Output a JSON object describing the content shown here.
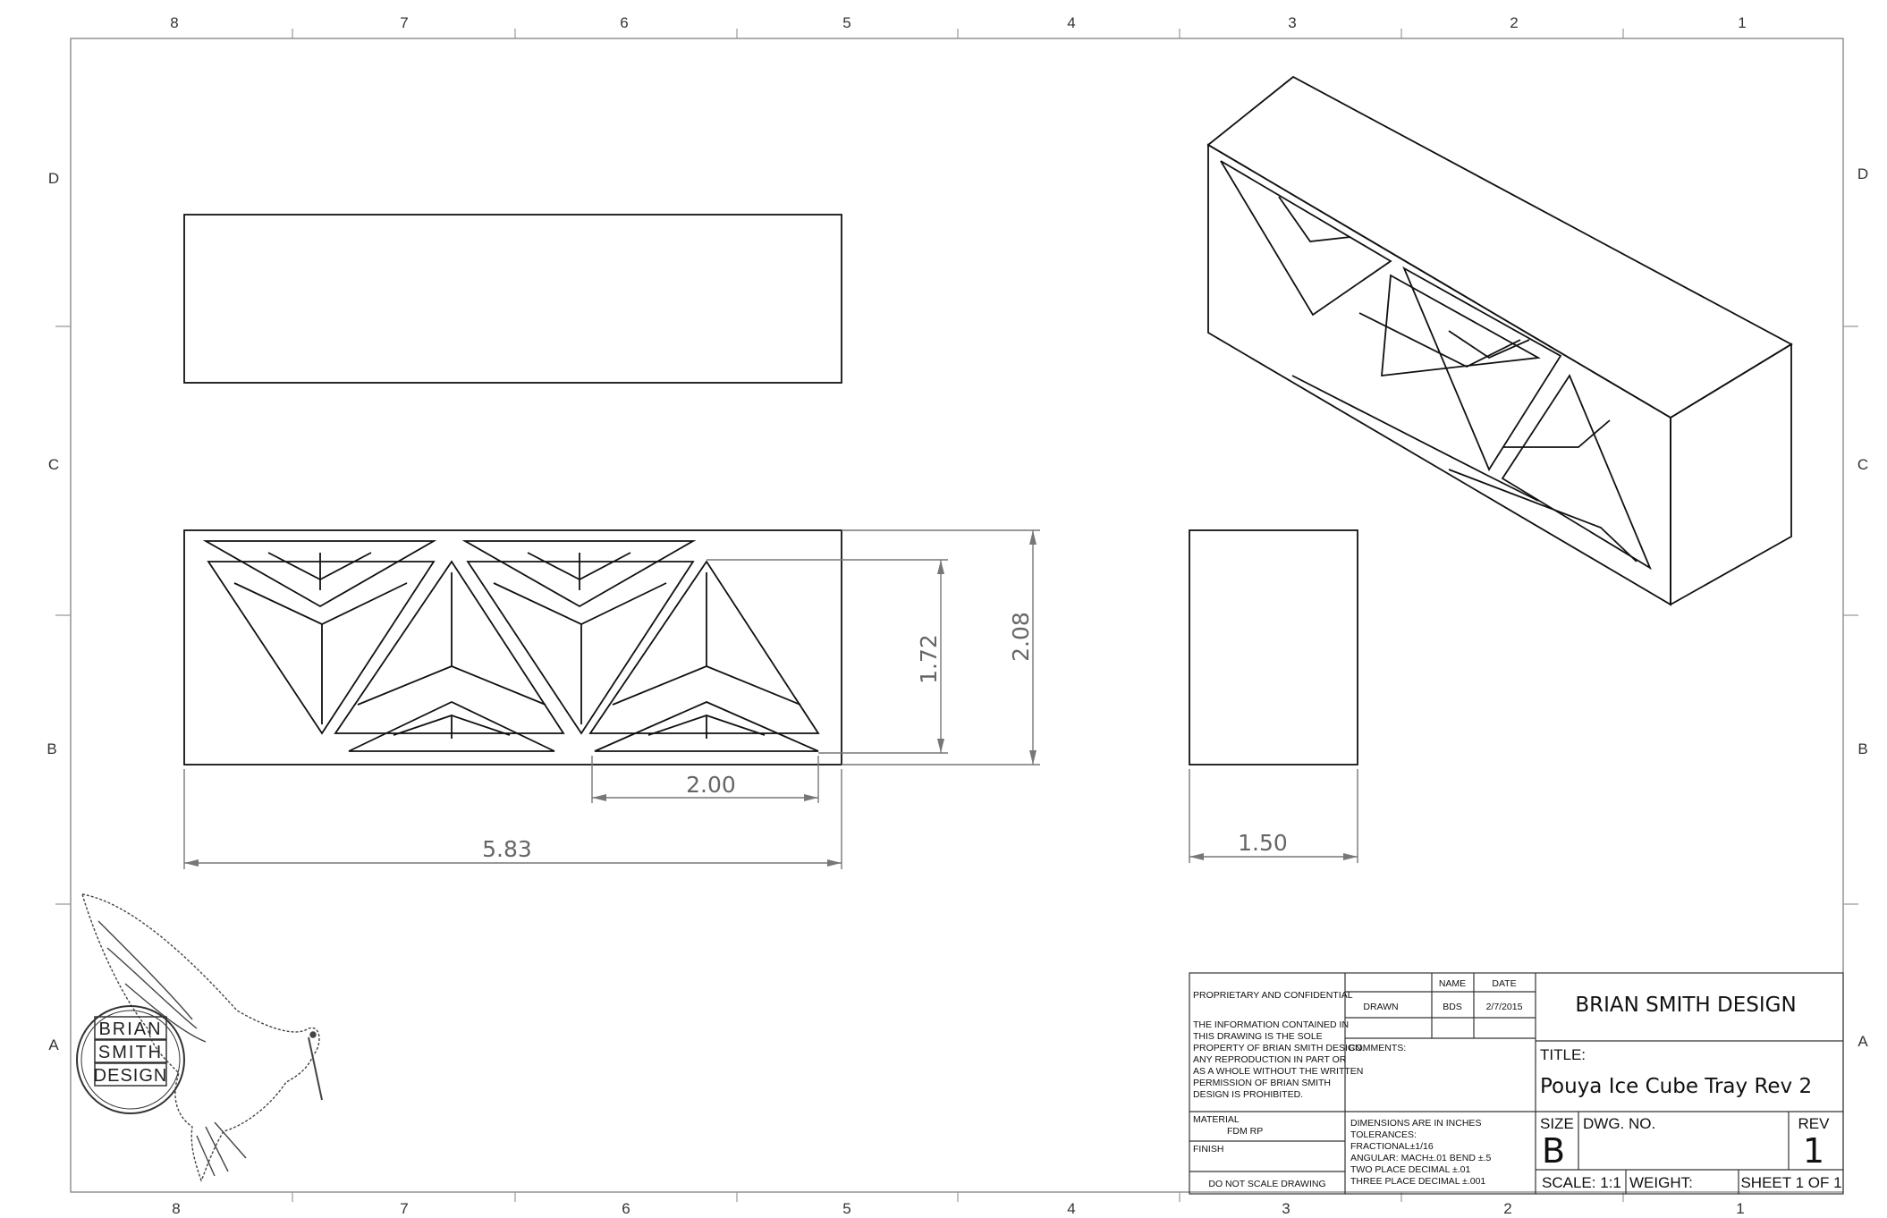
{
  "zones": {
    "columns": [
      "8",
      "7",
      "6",
      "5",
      "4",
      "3",
      "2",
      "1"
    ],
    "rows": [
      "D",
      "C",
      "B",
      "A"
    ]
  },
  "dimensions": {
    "overall_length": "5.83",
    "cell_width": "2.00",
    "cavity_height": "1.72",
    "overall_height": "2.08",
    "depth": "1.50"
  },
  "logo": {
    "line1": "BRIAN",
    "line2": "SMITH",
    "line3": "DESIGN"
  },
  "title_block": {
    "proprietary_heading": "PROPRIETARY AND CONFIDENTIAL",
    "proprietary_text": [
      "THE INFORMATION CONTAINED IN",
      "THIS DRAWING IS THE SOLE",
      "PROPERTY OF BRIAN SMITH DESIGN.",
      "ANY REPRODUCTION IN PART OR",
      "AS A WHOLE WITHOUT THE WRITTEN",
      "PERMISSION OF BRIAN SMITH",
      "DESIGN IS PROHIBITED."
    ],
    "material_label": "MATERIAL",
    "material_value": "FDM RP",
    "finish_label": "FINISH",
    "no_scale": "DO NOT SCALE DRAWING",
    "name_header": "NAME",
    "date_header": "DATE",
    "drawn_label": "DRAWN",
    "drawn_name": "BDS",
    "drawn_date": "2/7/2015",
    "comments_label": "COMMENTS:",
    "tolerances": [
      "DIMENSIONS ARE IN INCHES",
      "TOLERANCES:",
      "FRACTIONAL±1/16",
      "ANGULAR: MACH±.01  BEND  ±.5",
      "TWO PLACE DECIMAL    ±.01",
      "THREE PLACE DECIMAL  ±.001"
    ],
    "company": "BRIAN SMITH DESIGN",
    "title_label": "TITLE:",
    "title_value": "Pouya Ice Cube Tray Rev 2",
    "size_label": "SIZE",
    "size_value": "B",
    "dwg_no_label": "DWG.  NO.",
    "rev_label": "REV",
    "rev_value": "1",
    "scale_text": "SCALE: 1:1",
    "weight_label": "WEIGHT:",
    "sheet_text": "SHEET 1 OF 1"
  }
}
